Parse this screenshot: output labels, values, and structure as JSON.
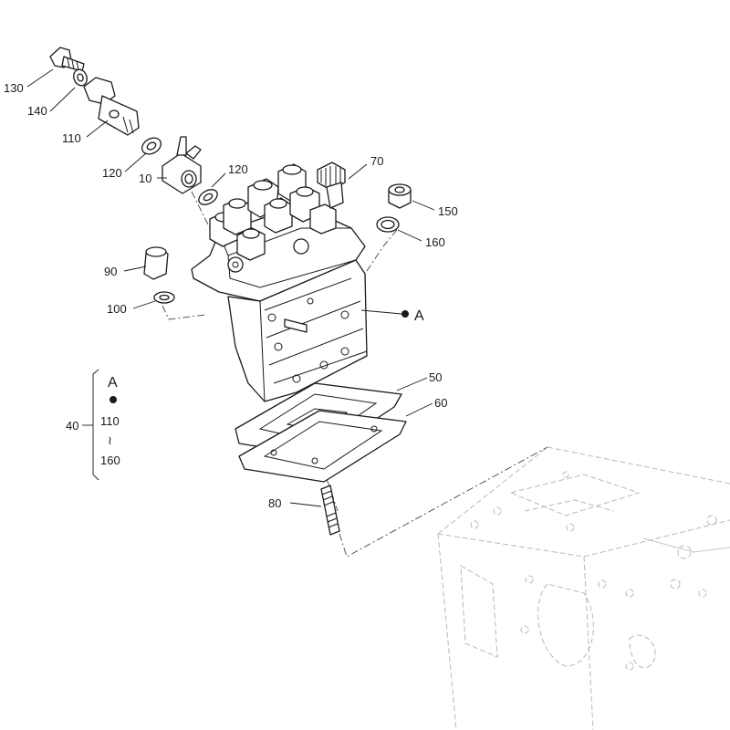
{
  "callouts": {
    "p130": "130",
    "p140": "140",
    "p110": "110",
    "p120a": "120",
    "p10": "10",
    "p120b": "120",
    "p70": "70",
    "p150": "150",
    "p160": "160",
    "p90": "90",
    "p100": "100",
    "pA": "A",
    "p50": "50",
    "p60": "60",
    "p80": "80"
  },
  "kit": {
    "number": "40",
    "ref_letter": "A",
    "range_from": "110",
    "range_sep": "≀",
    "range_to": "160"
  }
}
